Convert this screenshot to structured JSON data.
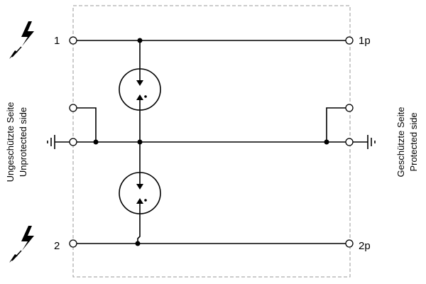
{
  "terminals": {
    "in_1": "1",
    "in_2": "2",
    "out_1": "1p",
    "out_2": "2p"
  },
  "sides": {
    "unprotected_de": "Ungeschützte Seite",
    "unprotected_en": "Unprotected side",
    "protected_de": "Geschützte Seite",
    "protected_en": "Protected side"
  },
  "colors": {
    "line": "#000000",
    "boundary": "#999999",
    "background": "#ffffff"
  },
  "icons": {
    "surge": "lightning-bolt-icon",
    "ground": "ground-symbol-icon",
    "arrester": "gas-discharge-tube-icon"
  }
}
